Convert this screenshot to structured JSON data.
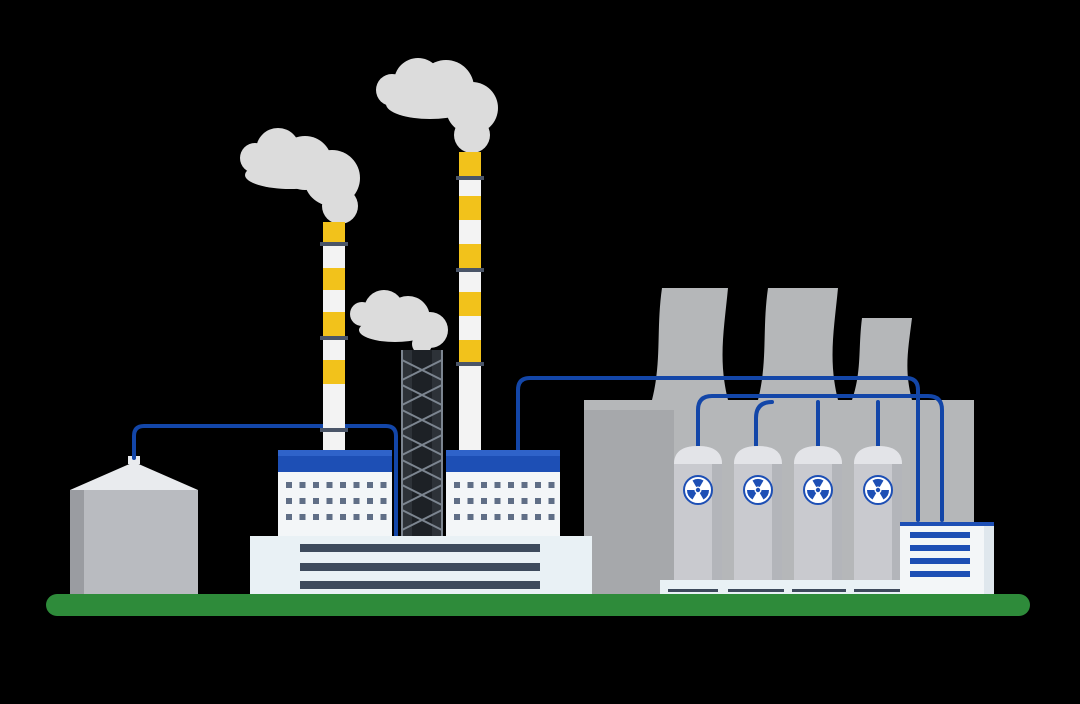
{
  "scene": {
    "title": "",
    "colors": {
      "background": "#000000",
      "ground": "#2e8b3a",
      "pipe": "#1346a8",
      "roof": "#1d4fb5",
      "chimney_stripe": "#f2c21b",
      "chimney_white": "#f3f3f3",
      "smoke": "#dcdcdc",
      "cooling_tower": "#b5b7b9",
      "building_wall": "#e9f1f5",
      "tank": "#c9cacf",
      "window": "#5f6e86",
      "radiation_symbol": "#1d4fb5"
    },
    "elements": {
      "storage_tank": "storage-tank",
      "power_house": "power-house",
      "chimneys": [
        "chimney-left",
        "chimney-tall",
        "chimney-lattice"
      ],
      "cooling_towers": [
        "cooling-tower-1",
        "cooling-tower-2",
        "cooling-tower-3"
      ],
      "reactor_tanks": [
        "reactor-tank-1",
        "reactor-tank-2",
        "reactor-tank-3",
        "reactor-tank-4"
      ],
      "control_building": "control-building",
      "icons": [
        "radiation-icon"
      ]
    }
  }
}
